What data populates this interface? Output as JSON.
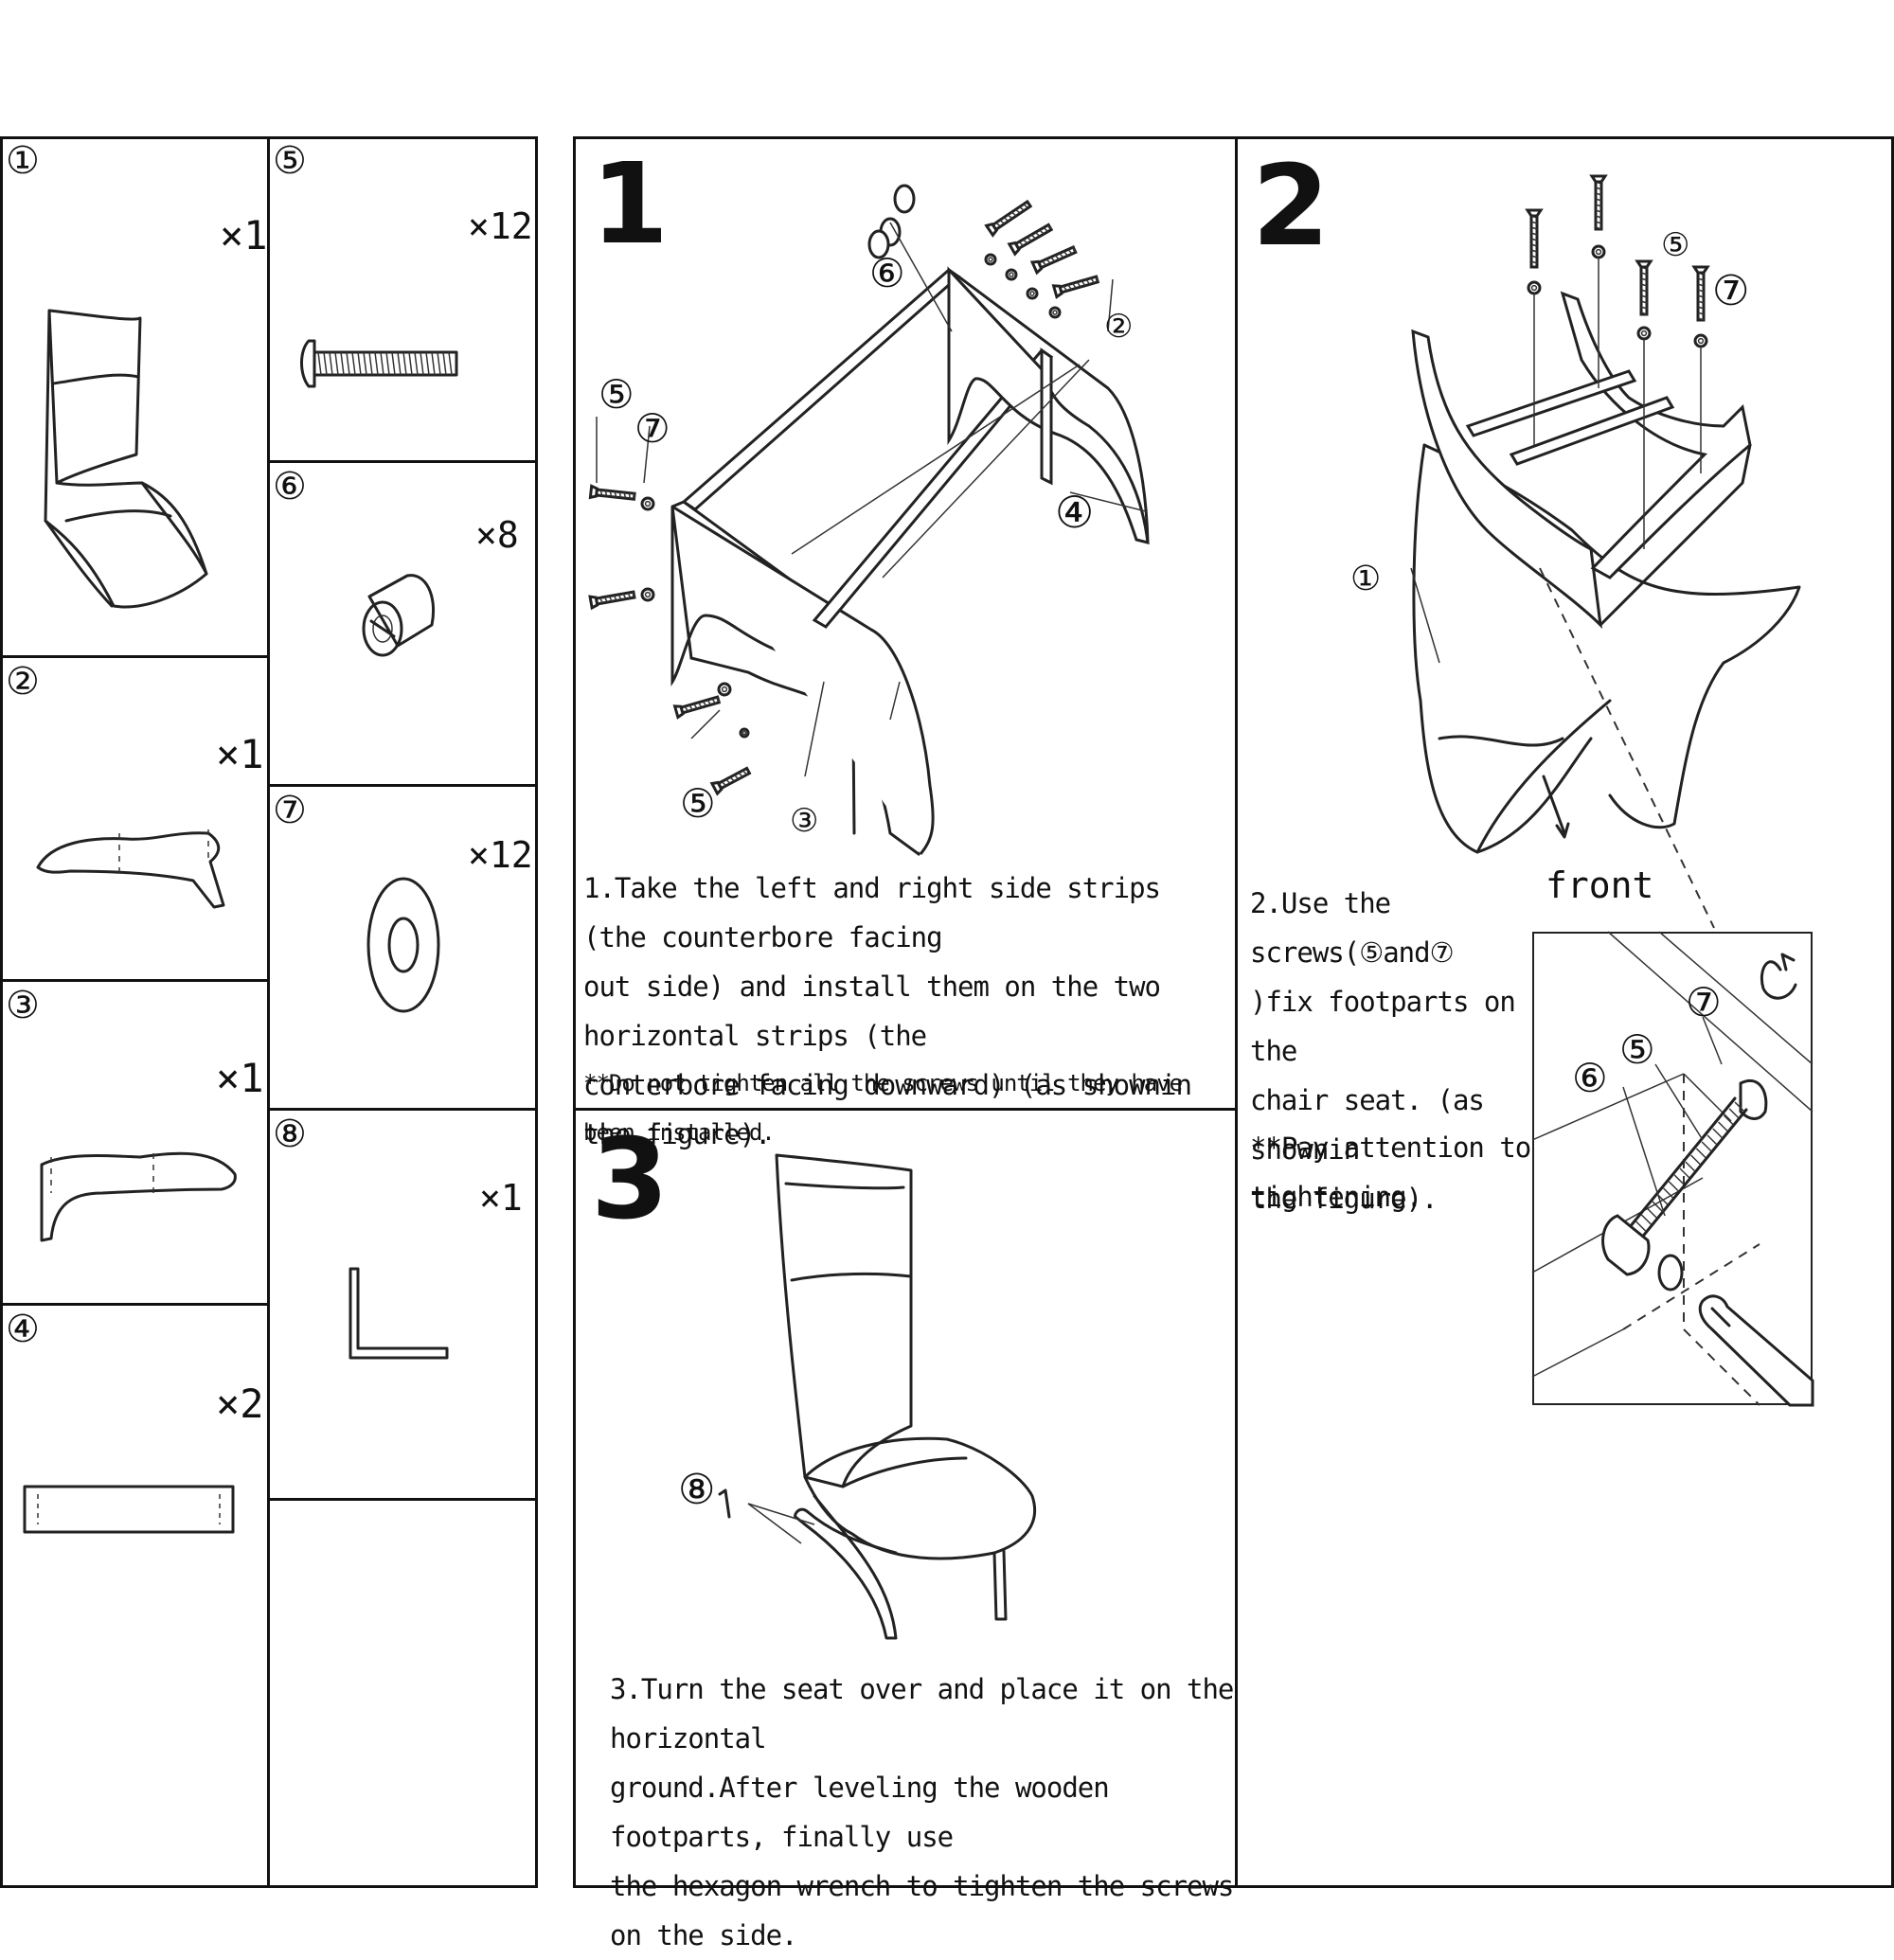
{
  "parts": [
    {
      "num": "①",
      "qty": "×1",
      "icon": "chair-seat-icon"
    },
    {
      "num": "②",
      "qty": "×1",
      "icon": "right-foot-strip-icon"
    },
    {
      "num": "③",
      "qty": "×1",
      "icon": "left-foot-strip-icon"
    },
    {
      "num": "④",
      "qty": "×2",
      "icon": "horizontal-strip-icon"
    },
    {
      "num": "⑤",
      "qty": "×12",
      "icon": "screw-icon"
    },
    {
      "num": "⑥",
      "qty": "×8",
      "icon": "barrel-nut-icon"
    },
    {
      "num": "⑦",
      "qty": "×12",
      "icon": "washer-icon"
    },
    {
      "num": "⑧",
      "qty": "×1",
      "icon": "hex-wrench-icon"
    }
  ],
  "step1": {
    "number": "1",
    "text": "1.Take the left and right side strips (the counterbore facing\nout side) and install them on the two horizontal strips (the\nconterbore facing downward) (as shownin the figure).",
    "note": "**Do not tighten all the screws until they have been installed.",
    "callouts": {
      "c6": "⑥",
      "c5a": "⑤",
      "c7": "⑦",
      "c2": "②",
      "c4": "④",
      "c5b": "⑤",
      "c3": "③"
    }
  },
  "step2": {
    "number": "2",
    "text": "2.Use the screws(⑤and⑦\n)fix footparts on the\nchair seat. (as shownin\nthe figure).",
    "note": "**Pay attention to\ntightening.",
    "front_label": "front",
    "callouts": {
      "c5": "⑤",
      "c7": "⑦",
      "c1": "①",
      "d7": "⑦",
      "d5": "⑤",
      "d6": "⑥"
    }
  },
  "step3": {
    "number": "3",
    "text": "3.Turn the seat over and place it on the horizontal\nground.After leveling the wooden footparts, finally use\nthe hexagon wrench to tighten the screws on the side.",
    "callouts": {
      "c8": "⑧"
    }
  }
}
